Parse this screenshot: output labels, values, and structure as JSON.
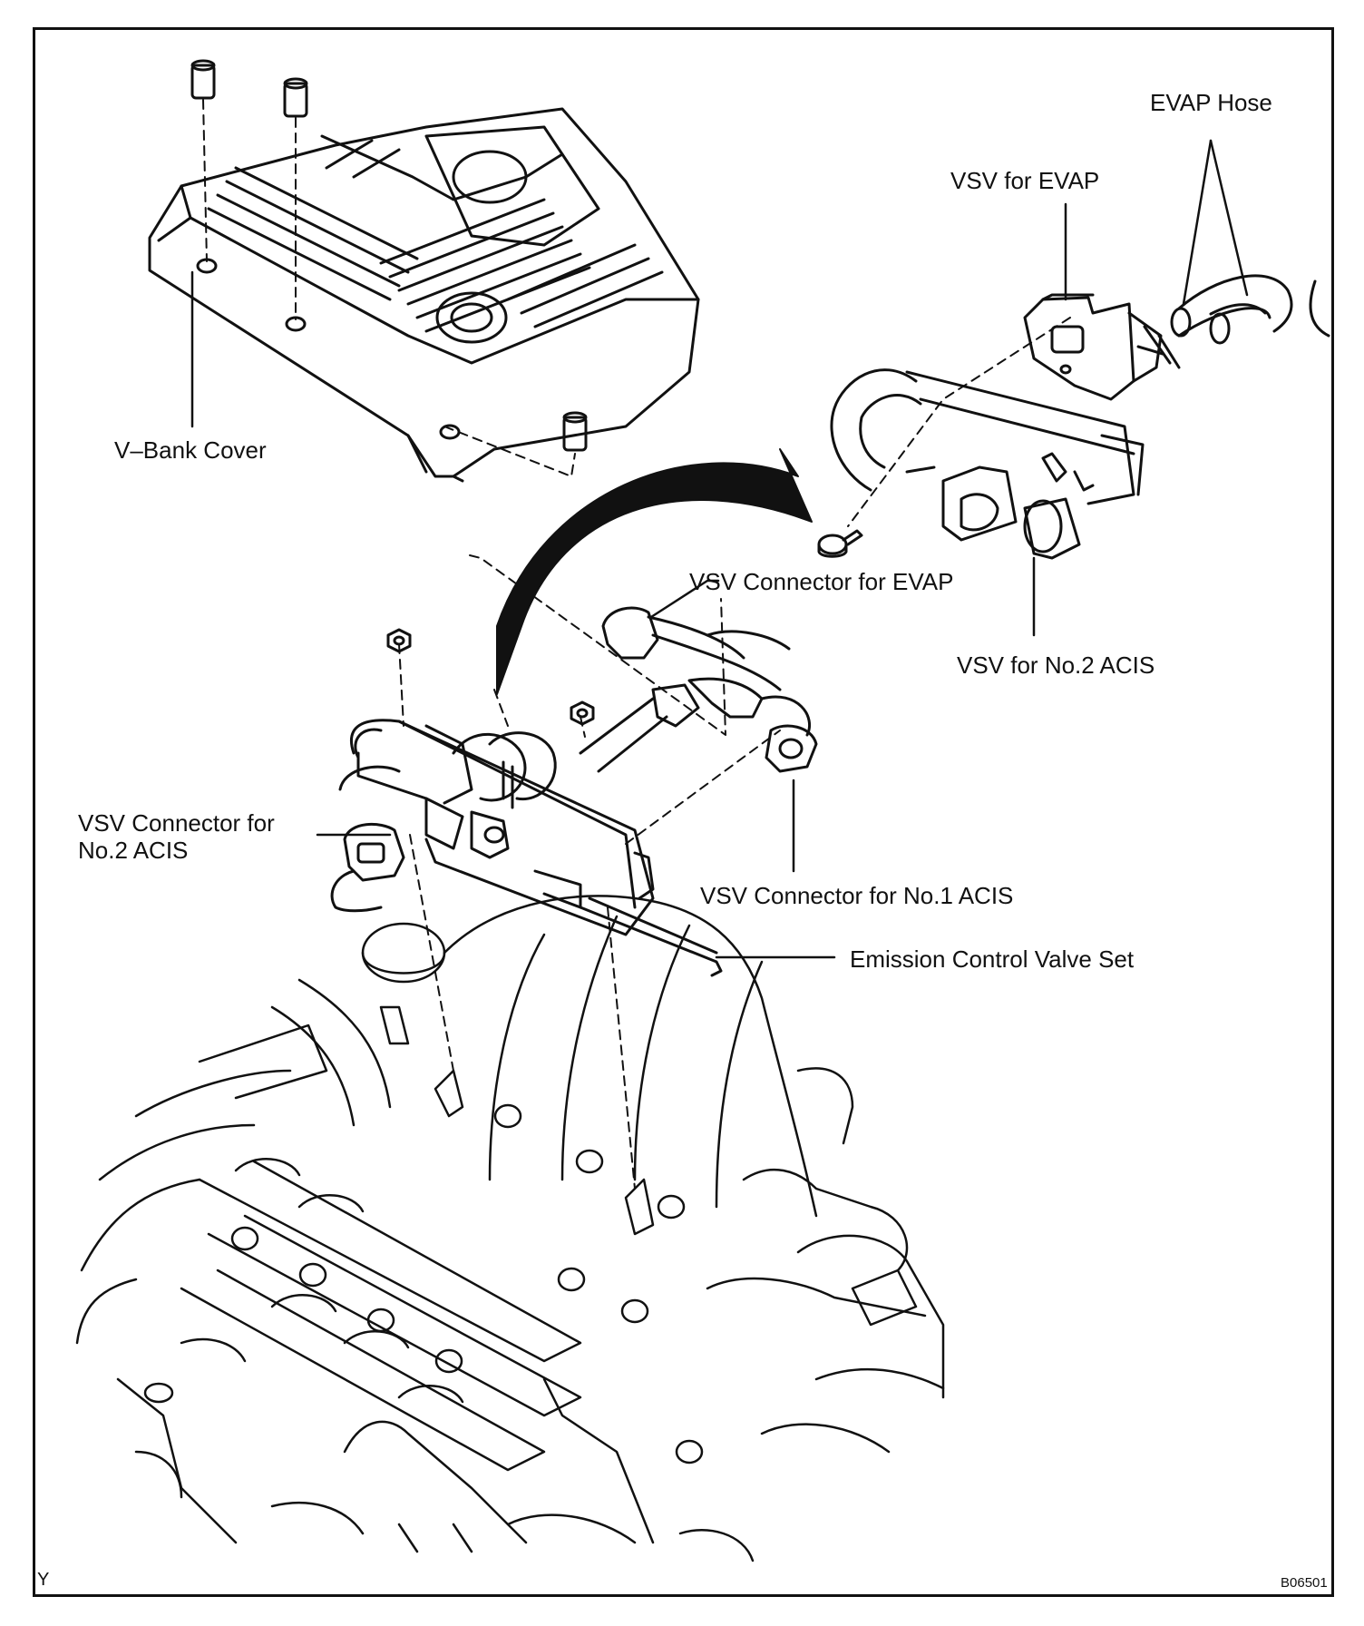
{
  "figure": {
    "corner_mark": "Y",
    "figure_code": "B06501"
  },
  "labels": {
    "evap_hose": "EVAP Hose",
    "vsv_for_evap": "VSV for EVAP",
    "v_bank_cover": "V–Bank Cover",
    "vsv_connector_for_evap": "VSV Connector for EVAP",
    "vsv_for_no2_acis": "VSV for No.2 ACIS",
    "vsv_connector_for_no2_acis": "VSV Connector for\nNo.2 ACIS",
    "vsv_connector_for_no1_acis": "VSV Connector for No.1 ACIS",
    "emission_control_valve_set": "Emission Control Valve Set"
  }
}
